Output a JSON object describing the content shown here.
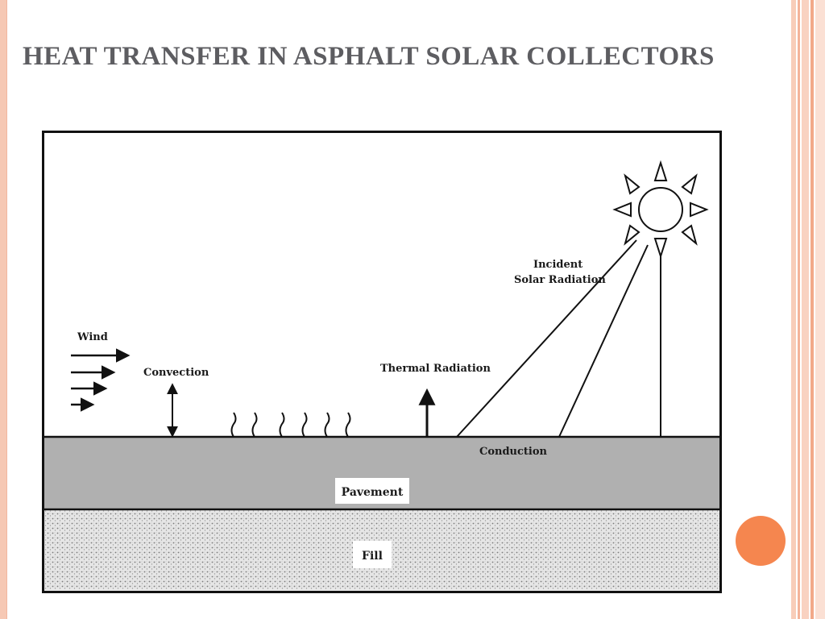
{
  "slide": {
    "title": "HEAT TRANSFER IN ASPHALT SOLAR  COLLECTORS",
    "accent_color": "#f5864f",
    "border_color": "#f6c8b4"
  },
  "diagram": {
    "labels": {
      "wind": "Wind",
      "convection": "Convection",
      "thermal_radiation": "Thermal  Radiation",
      "incident_line1": "Incident",
      "incident_line2": "Solar Radiation",
      "conduction": "Conduction",
      "pavement": "Pavement",
      "fill": "Fill"
    },
    "colors": {
      "pavement": "#b0b0b0",
      "fill": "#e4e4e4",
      "line": "#111111"
    }
  }
}
